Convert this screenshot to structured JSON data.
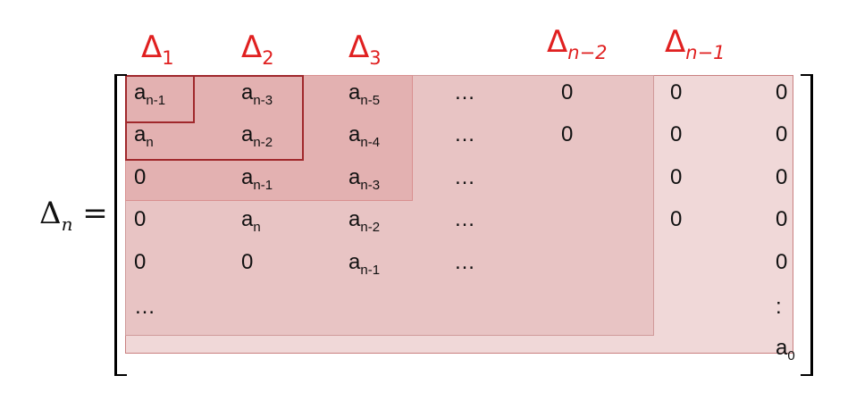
{
  "minors": [
    {
      "base": "Δ",
      "sub": "1"
    },
    {
      "base": "Δ",
      "sub": "2"
    },
    {
      "base": "Δ",
      "sub": "3"
    },
    {
      "base": "Δ",
      "sub": "n−2"
    },
    {
      "base": "Δ",
      "sub": "n−1"
    }
  ],
  "lhs": {
    "base": "Δ",
    "sub": "n",
    "eq": " ="
  },
  "matrix": {
    "rows": [
      [
        {
          "b": "a",
          "s": "n-1"
        },
        {
          "b": "a",
          "s": "n-3"
        },
        {
          "b": "a",
          "s": "n-5"
        },
        {
          "b": "…",
          "s": ""
        },
        {
          "b": "0",
          "s": ""
        },
        {
          "b": "0",
          "s": ""
        },
        {
          "b": "0",
          "s": ""
        }
      ],
      [
        {
          "b": "a",
          "s": "n"
        },
        {
          "b": "a",
          "s": "n-2"
        },
        {
          "b": "a",
          "s": "n-4"
        },
        {
          "b": "…",
          "s": ""
        },
        {
          "b": "0",
          "s": ""
        },
        {
          "b": "0",
          "s": ""
        },
        {
          "b": "0",
          "s": ""
        }
      ],
      [
        {
          "b": "0",
          "s": ""
        },
        {
          "b": "a",
          "s": "n-1"
        },
        {
          "b": "a",
          "s": "n-3"
        },
        {
          "b": "…",
          "s": ""
        },
        {
          "b": "",
          "s": ""
        },
        {
          "b": "0",
          "s": ""
        },
        {
          "b": "0",
          "s": ""
        }
      ],
      [
        {
          "b": "0",
          "s": ""
        },
        {
          "b": "a",
          "s": "n"
        },
        {
          "b": "a",
          "s": "n-2"
        },
        {
          "b": "…",
          "s": ""
        },
        {
          "b": "",
          "s": ""
        },
        {
          "b": "0",
          "s": ""
        },
        {
          "b": "0",
          "s": ""
        }
      ],
      [
        {
          "b": "0",
          "s": ""
        },
        {
          "b": "0",
          "s": ""
        },
        {
          "b": "a",
          "s": "n-1"
        },
        {
          "b": "…",
          "s": ""
        },
        {
          "b": "",
          "s": ""
        },
        {
          "b": "",
          "s": ""
        },
        {
          "b": "0",
          "s": ""
        }
      ],
      [
        {
          "b": "…",
          "s": ""
        },
        {
          "b": "",
          "s": ""
        },
        {
          "b": "",
          "s": ""
        },
        {
          "b": "",
          "s": ""
        },
        {
          "b": "",
          "s": ""
        },
        {
          "b": "",
          "s": ""
        },
        {
          "b": ":",
          "s": ""
        }
      ],
      [
        {
          "b": "",
          "s": ""
        },
        {
          "b": "",
          "s": ""
        },
        {
          "b": "",
          "s": ""
        },
        {
          "b": "",
          "s": ""
        },
        {
          "b": "",
          "s": ""
        },
        {
          "b": "",
          "s": ""
        },
        {
          "b": "a",
          "s": "0"
        }
      ]
    ]
  },
  "colors": {
    "label": "#e02020",
    "outline": "#a0282c",
    "region_light": "#f0d8d8",
    "region_mid": "#e8c4c4",
    "region_dark": "#e3b1b1"
  }
}
